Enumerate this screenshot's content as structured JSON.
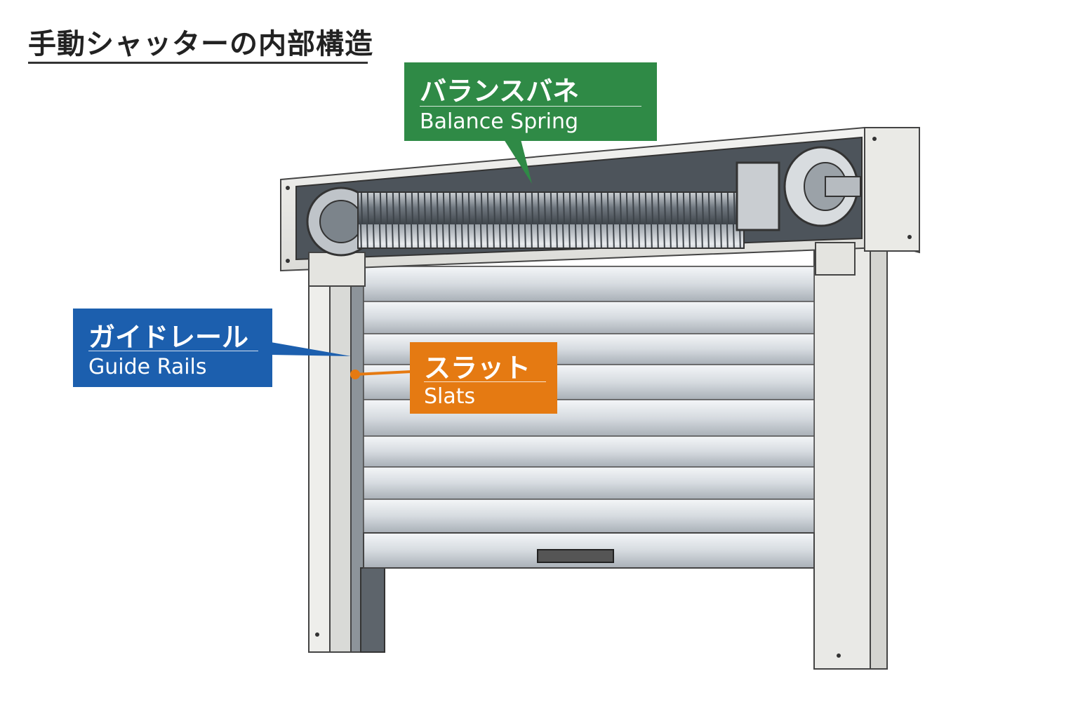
{
  "title": "手動シャッターの内部構造",
  "labels": {
    "balance_spring": {
      "jp": "バランスバネ",
      "en": "Balance Spring",
      "color": "#2f8a46"
    },
    "guide_rails": {
      "jp": "ガイドレール",
      "en": "Guide Rails",
      "color": "#1c5fae"
    },
    "slats": {
      "jp": "スラット",
      "en": "Slats",
      "color": "#e57a12"
    }
  }
}
